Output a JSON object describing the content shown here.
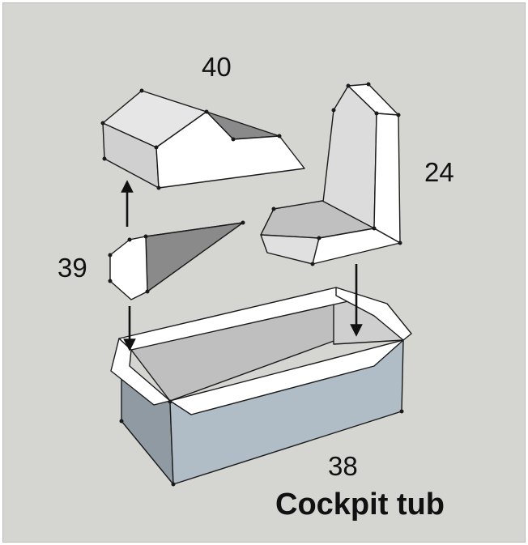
{
  "diagram": {
    "title": "Cockpit tub",
    "parts": [
      {
        "id": "cockpit-tub",
        "label": "38"
      },
      {
        "id": "cover",
        "label": "40"
      },
      {
        "id": "nose-wedge",
        "label": "39"
      },
      {
        "id": "seat",
        "label": "24"
      }
    ]
  },
  "colors": {
    "background": "#d5d5d1",
    "face_light": "#ffffff",
    "face_mid": "#dcdcdc",
    "face_dark": "#8a8a8a",
    "tub_side": "#b0bdc6",
    "edge": "#1a1a1a"
  }
}
